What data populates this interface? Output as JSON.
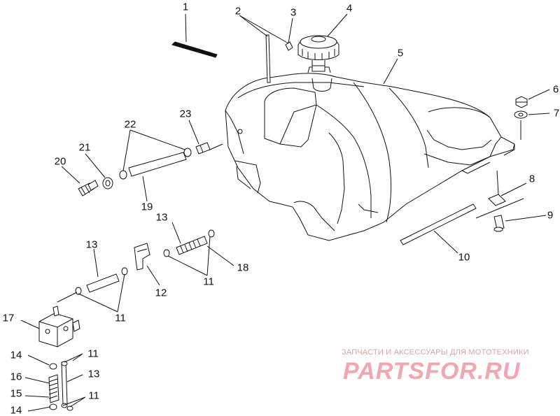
{
  "callouts": [
    "1",
    "2",
    "3",
    "4",
    "5",
    "6",
    "7",
    "8",
    "9",
    "10",
    "11",
    "12",
    "13",
    "14",
    "15",
    "16",
    "17",
    "18",
    "19",
    "20",
    "21",
    "22",
    "23"
  ],
  "watermark": {
    "caption": "ЗАПЧАСТИ И АКСЕССУАРЫ ДЛЯ МОТОТЕХНИКИ",
    "logo": "PARTSFOR.RU"
  }
}
